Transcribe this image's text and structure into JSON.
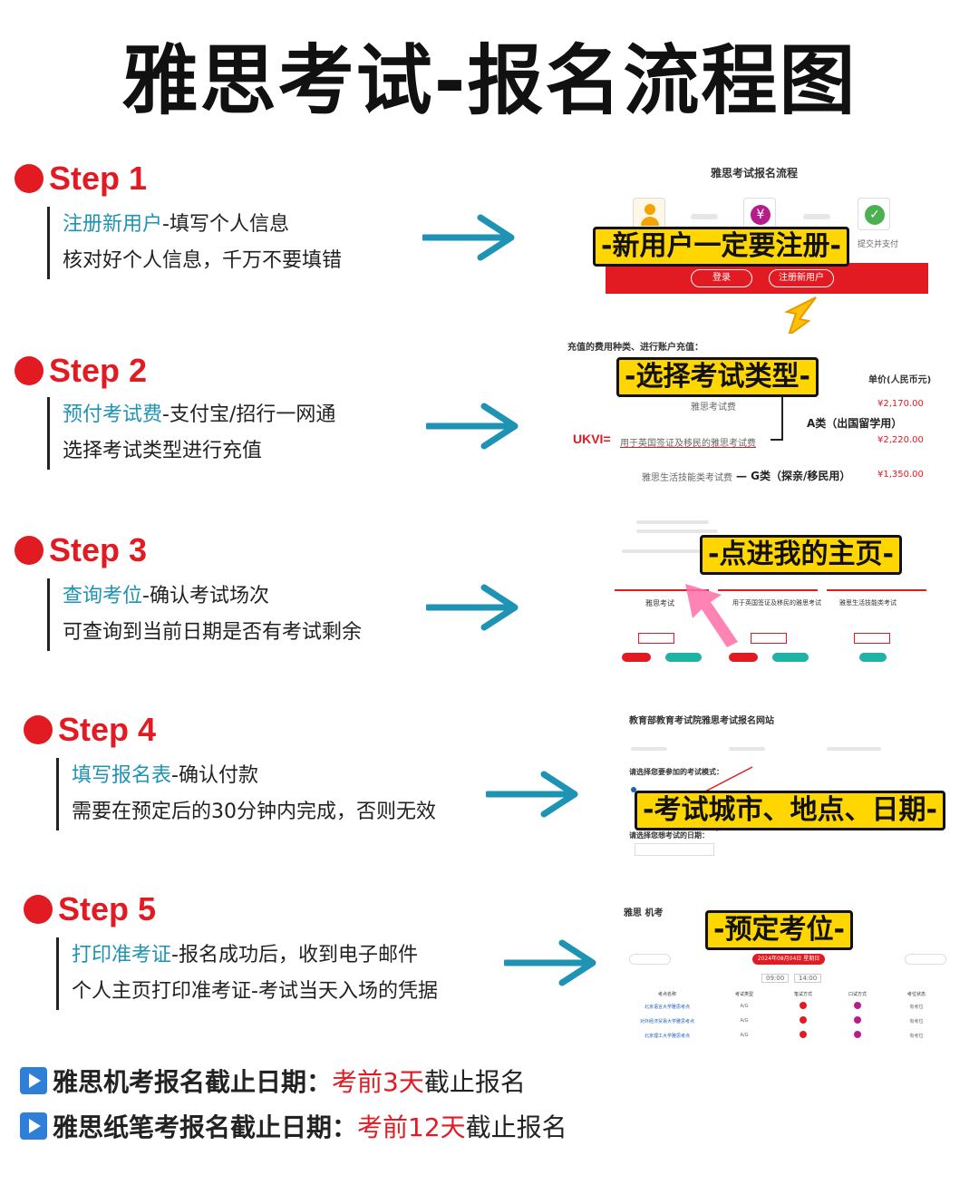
{
  "title": "雅思考试-报名流程图",
  "accent_red": "#e21a22",
  "accent_teal": "#1f93b4",
  "steps": [
    {
      "label": "Step 1",
      "line1_hl": "注册新用户",
      "line1_rest": "-填写个人信息",
      "line2": "核对好个人信息，千万不要填错",
      "shot": {
        "header": "雅思考试报名流程",
        "caption": "-新用户一定要注册-",
        "login_btn": "登录",
        "register_btn": "注册新用户",
        "side": "提交并支付"
      }
    },
    {
      "label": "Step 2",
      "line1_hl": "预付考试费",
      "line1_rest": "-支付宝/招行一网通",
      "line2": "选择考试类型进行充值",
      "shot": {
        "header": "充值的费用种类、进行账户充值：",
        "caption": "-选择考试类型-",
        "price_header": "单价(人民币元)",
        "row1": "雅思考试费",
        "row1_price": "¥2,170.00",
        "ukvi": "UKVI=",
        "row2": "用于英国签证及移民的雅思考试费",
        "row2_price": "¥2,220.00",
        "a_class": "A类（出国留学用）",
        "row3": "雅思生活技能类考试费",
        "g_class": "— G类（探亲/移民用）",
        "row3_price": "¥1,350.00"
      }
    },
    {
      "label": "Step 3",
      "line1_hl": "查询考位",
      "line1_rest": "-确认考试场次",
      "line2": "可查询到当前日期是否有考试剩余",
      "shot": {
        "caption": "-点进我的主页-",
        "col1": "雅思考试",
        "col2": "用于英国签证及移民的雅思考试",
        "col3": "雅思生活技能类考试"
      }
    },
    {
      "label": "Step 4",
      "line1_hl": "填写报名表",
      "line1_rest": "-确认付款",
      "line2": "需要在预定后的30分钟内完成，否则无效",
      "shot": {
        "header": "教育部教育考试院雅思考试报名网站",
        "q1": "请选择您要参加的考试模式：",
        "caption": "-考试城市、地点、日期-",
        "q2": "请选择您想考试的日期："
      }
    },
    {
      "label": "Step 5",
      "line1_hl": "打印准考证",
      "line1_rest": "-报名成功后，收到电子邮件",
      "line2": "个人主页打印准考证-考试当天入场的凭据",
      "shot": {
        "header": "雅思 机考",
        "caption": "-预定考位-",
        "date_pill": "2024年08月04日 星期日",
        "time1": "09:00",
        "time2": "14:00",
        "col_headers": [
          "考点名称",
          "考试类型",
          "笔试方式",
          "口试方式",
          "考位状态"
        ],
        "rows": [
          [
            "北京语言大学雅思考点",
            "A/G",
            "",
            "",
            "有考位"
          ],
          [
            "对外经济贸易大学雅思考点",
            "A/G",
            "",
            "",
            "有考位"
          ],
          [
            "北京理工大学雅思考点",
            "A/G",
            "",
            "",
            "有考位"
          ]
        ]
      }
    }
  ],
  "footer": [
    {
      "label": "雅思机考报名截止日期：",
      "red": "考前3天",
      "rest": "截止报名"
    },
    {
      "label": "雅思纸笔考报名截止日期：",
      "red": "考前12天",
      "rest": "截止报名"
    }
  ]
}
